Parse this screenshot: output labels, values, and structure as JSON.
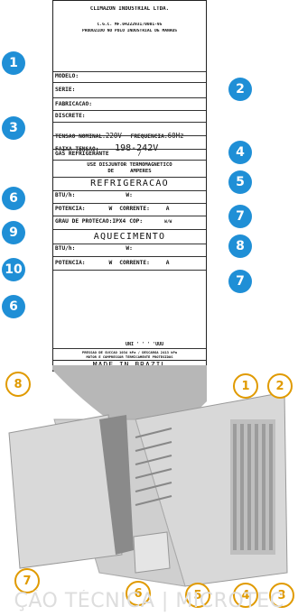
{
  "label": {
    "company": "CLIMAZON INDUSTRIAL LTDA.",
    "cgc": "C.G.C. MF.04222931/0001-95",
    "made_in_manaus": "PRODUZIDO NO POLO INDUSTRIAL DE MANAUS",
    "modelo": "MODELO:",
    "serie": "SERIE:",
    "fabricacao": "FABRICACAO:",
    "discrete": "DISCRETE:",
    "tensao_nominal_label": "TENSAO NOMINAL:",
    "tensao_nominal_value": "220V",
    "frequencia_label": "FREQUENCIA:",
    "frequencia_value": "60Hz",
    "faixa_tensao_label": "FAIXA TENSAO:",
    "faixa_tensao_value": "198-242V",
    "gas_refrigerante": "GAS REFRIGERANTE",
    "gas_slash": "/",
    "disjuntor_line1": "USE DISJUNTOR TERMOMAGNETICO",
    "disjuntor_line2_de": "DE",
    "disjuntor_line2_amperes": "AMPERES",
    "refrigeracao_header": "REFRIGERACAO",
    "btu_h": "BTU/h:",
    "w": "W:",
    "potencia": "POTENCIA:",
    "w_short": "W",
    "corrente": "CORRENTE:",
    "a": "A",
    "grau_protecao": "GRAU DE PROTECAO:IPX4",
    "cop": "COP:",
    "w_per_w": "W/W",
    "aquecimento_header": "AQUECIMENTO",
    "btu_h_2": "BTU/h:",
    "w_2": "W:",
    "potencia_2": "POTENCIA:",
    "w_short_2": "W",
    "corrente_2": "CORRENTE:",
    "a_2": "A",
    "serial_code": "UNI ' ' ' 'UUU",
    "pressao_line1": "PRESSAO DE SUCCAO 1034 kPa / DESCARGA 2413 kPa",
    "pressao_line2": "MOTOR E COMPRESSOR TERMICAMENTE PROTEGIDOS",
    "made_in_brazil": "MADE IN BRAZIL"
  },
  "callouts_blue": [
    "1",
    "2",
    "3",
    "4",
    "5",
    "6",
    "7",
    "8",
    "9",
    "10",
    "6",
    "7"
  ],
  "callouts_outline": [
    "8",
    "1",
    "2",
    "7",
    "6",
    "5",
    "4",
    "3"
  ],
  "footer_text": "ÇÃO TÉCNICA | MICROTEC",
  "colors": {
    "badge_fill": "#1f8fd6",
    "outline_color": "#e09a00",
    "unit_body": "#c8c8c8"
  }
}
